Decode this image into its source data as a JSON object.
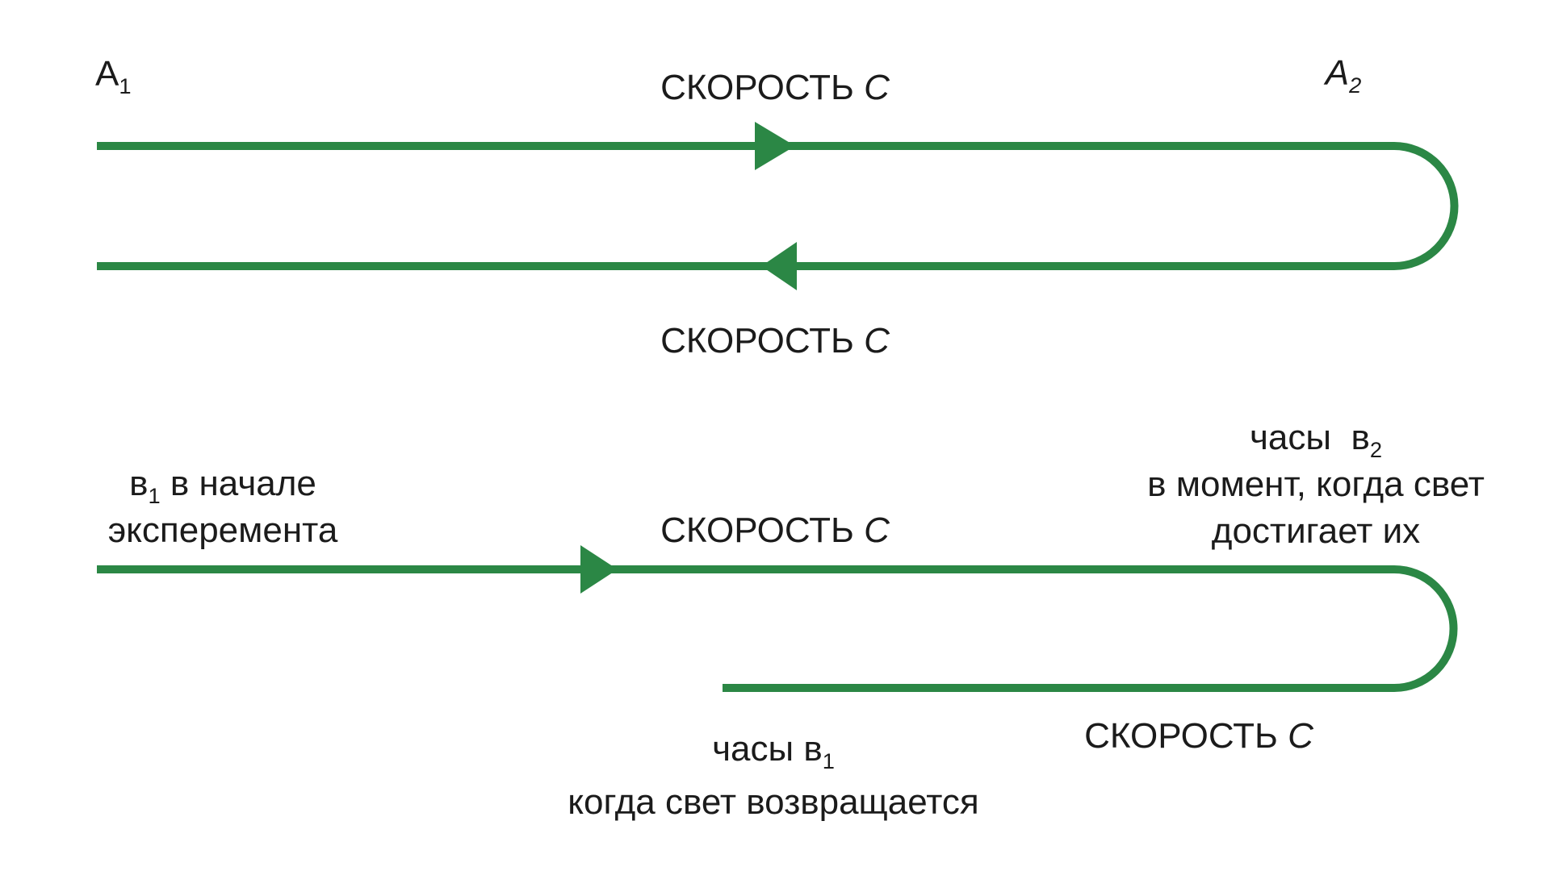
{
  "colors": {
    "line_green": "#2b8745",
    "text": "#1b1b1b",
    "background": "#ffffff"
  },
  "top_diagram": {
    "point_a1": {
      "base": "A",
      "sub": "1"
    },
    "point_a2": {
      "base": "A",
      "sub": "2"
    },
    "speed_forward": {
      "word": "СКОРОСТЬ ",
      "constant": "С"
    },
    "speed_return": {
      "word": "СКОРОСТЬ ",
      "constant": "С"
    }
  },
  "bottom_diagram": {
    "clocks_start": {
      "line1_pre": "в",
      "line1_sub": "1",
      "line1_post": " в начале",
      "line2": "эксперемента"
    },
    "speed_forward": {
      "word": "СКОРОСТЬ ",
      "constant": "С"
    },
    "clocks_b2": {
      "line1_pre": "часы  в",
      "line1_sub": "2",
      "line2": "в момент, когда свет",
      "line3": "достигает их"
    },
    "clocks_b1_return": {
      "line1_pre": "часы в",
      "line1_sub": "1",
      "line2": "когда свет возвращается"
    },
    "speed_return": {
      "word": "СКОРОСТЬ ",
      "constant": "С"
    }
  }
}
